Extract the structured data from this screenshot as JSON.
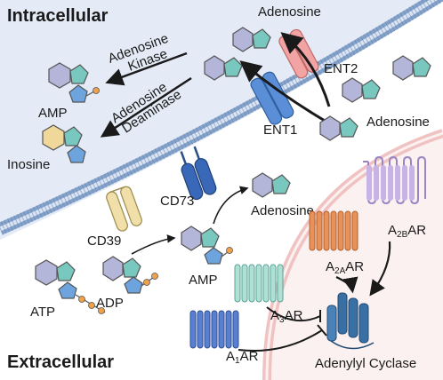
{
  "regions": {
    "intracellular": "Intracellular",
    "extracellular": "Extracellular"
  },
  "enzymes": {
    "kinase_line1": "Adenosine",
    "kinase_line2": "Kinase",
    "deaminase_line1": "Adenosine",
    "deaminase_line2": "Deaminase",
    "cd39": "CD39",
    "cd73": "CD73"
  },
  "transporters": {
    "ent1": "ENT1",
    "ent2": "ENT2"
  },
  "molecules": {
    "amp_in": "AMP",
    "inosine": "Inosine",
    "adenosine_top": "Adenosine",
    "adenosine_right": "Adenosine",
    "adenosine_mid": "Adenosine",
    "amp_out": "AMP",
    "atp": "ATP",
    "adp": "ADP"
  },
  "receptors": {
    "a1": {
      "main": "A",
      "sub": "1",
      "tail": "AR"
    },
    "a2a": {
      "main": "A",
      "sub": "2A",
      "tail": "AR"
    },
    "a2b": {
      "main": "A",
      "sub": "2B",
      "tail": "AR"
    },
    "a3": {
      "main": "A",
      "sub": "3",
      "tail": "AR"
    }
  },
  "effector": "Adenylyl Cyclase",
  "colors": {
    "intracellular_bg": "#e4ebf6",
    "extracellular_bg": "#fbf1f1",
    "membrane": "#7a9ac4",
    "hexagon": "#b3b6d8",
    "inosine_hexagon": "#f0d79a",
    "pentagon": "#78c8bf",
    "ribose": "#6ea4de",
    "phosphate": "#f0a24a",
    "ent1": "#5a8fd8",
    "ent2": "#f2a3a3",
    "cd39": "#f0dfa8",
    "cd73": "#3a68b8",
    "a1": "#5a7fd0",
    "a2a": "#e8925a",
    "a2b": "#c8b3e6",
    "a3": "#aee0d6",
    "adenylyl_cyclase": "#3a6fa3"
  }
}
